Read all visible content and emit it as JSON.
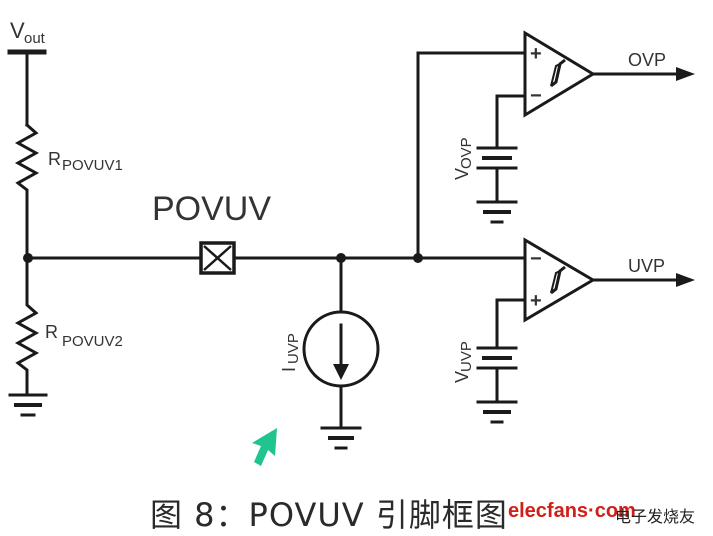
{
  "diagram": {
    "labels": {
      "vout_main": "V",
      "vout_sub": "out",
      "r1_main": "R",
      "r1_sub": "POVUV1",
      "r2_main": "R",
      "r2_sub": "POVUV2",
      "pin": "POVUV",
      "iuvp": "I",
      "iuvp_sub": "UVP",
      "vovp": "V",
      "vovp_sub": "OVP",
      "vuvp": "V",
      "vuvp_sub": "UVP",
      "ovp_out": "OVP",
      "uvp_out": "UVP",
      "plus": "+",
      "minus": "−"
    },
    "components": [
      {
        "id": "R_POVUV1",
        "type": "resistor"
      },
      {
        "id": "R_POVUV2",
        "type": "resistor"
      },
      {
        "id": "POVUV",
        "type": "pin"
      },
      {
        "id": "I_UVP",
        "type": "current-source"
      },
      {
        "id": "OVP comparator",
        "type": "hysteresis-comparator"
      },
      {
        "id": "UVP comparator",
        "type": "hysteresis-comparator"
      },
      {
        "id": "V_OVP",
        "type": "voltage-reference"
      },
      {
        "id": "V_UVP",
        "type": "voltage-reference"
      }
    ],
    "colors": {
      "wire": "#1a1a1a",
      "cursor": "#1fc48e",
      "watermark": "#d0201a"
    }
  },
  "caption": "图 8：POVUV 引脚框图",
  "watermark": {
    "site": "elecfans·com",
    "name": "电子发烧友"
  }
}
